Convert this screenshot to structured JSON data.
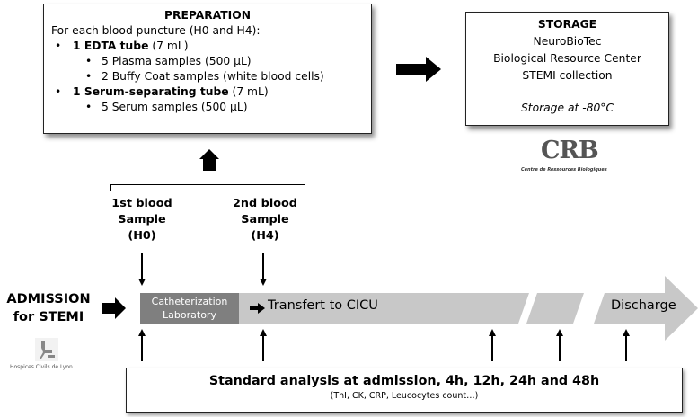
{
  "preparation": {
    "title": "PREPARATION",
    "intro": "For each blood puncture (H0 and H4):",
    "edta_label": "1 EDTA tube",
    "edta_volume": " (7 mL)",
    "edta_items": [
      "5 Plasma samples (500 µL)",
      "2 Buffy Coat samples (white blood cells)"
    ],
    "serum_label": "1 Serum-separating tube",
    "serum_volume": " (7 mL)",
    "serum_items": [
      "5 Serum samples (500 µL)"
    ]
  },
  "storage": {
    "title": "STORAGE",
    "lines": [
      "NeuroBioTec",
      "Biological Resource Center",
      "STEMI collection"
    ],
    "temperature": "Storage at -80°C"
  },
  "crb_logo": {
    "mark": "CRB",
    "caption": "Centre de Ressources Biologiques"
  },
  "samples": [
    {
      "line1": "1st blood",
      "line2": "Sample",
      "line3": "(H0)"
    },
    {
      "line1": "2nd blood",
      "line2": "Sample",
      "line3": "(H4)"
    }
  ],
  "admission": {
    "line1": "ADMISSION",
    "line2": "for STEMI"
  },
  "hcl_logo": {
    "caption": "Hospices Civils de Lyon"
  },
  "timeline": {
    "cath_line1": "Catheterization",
    "cath_line2": "Laboratory",
    "transfer": "Transfert to CICU",
    "discharge": "Discharge"
  },
  "standard_analysis": {
    "title": "Standard analysis at admission, 4h, 12h, 24h and 48h",
    "subtitle": "(TnI, CK, CRP, Leucocytes count…)"
  },
  "colors": {
    "timeline_gray": "#c8c8c8",
    "cath_gray": "#7f7f7f"
  }
}
